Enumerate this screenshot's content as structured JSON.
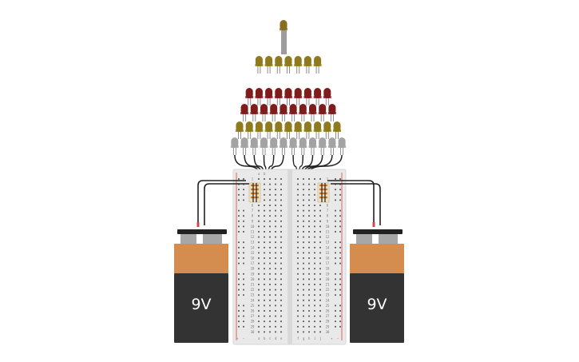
{
  "batteries": [
    {
      "id": "left",
      "label": "9V"
    },
    {
      "id": "right",
      "label": "9V"
    }
  ],
  "breadboard": {
    "column_letters_left": [
      "a",
      "b",
      "c",
      "d",
      "e"
    ],
    "column_letters_right": [
      "f",
      "g",
      "h",
      "i",
      "j"
    ],
    "row_count": 30,
    "rail_plus": "+",
    "rail_minus": "−"
  },
  "led_rows": [
    {
      "count": 1,
      "color": "#8a6c1e"
    },
    {
      "count": 7,
      "color": "#8f7a1f"
    },
    {
      "count": 9,
      "color": "#7f1d1d"
    },
    {
      "count": 10,
      "color": "#7f1d1d"
    },
    {
      "count": 11,
      "color": "#8f7a1f"
    },
    {
      "count": 12,
      "color": "#a3a3a3"
    }
  ],
  "colors": {
    "battery_top": "#d58d4f",
    "battery_body": "#333333",
    "breadboard": "#e9e9e9",
    "wire": "#222222",
    "rail_red": "#d64545"
  }
}
